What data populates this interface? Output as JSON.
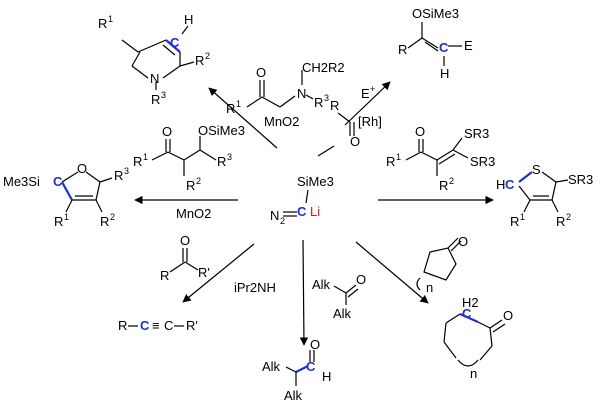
{
  "center": {
    "tms": "SiMe3",
    "n2": "N",
    "n2_sub": "2",
    "c": "C",
    "li": "Li"
  },
  "labels": {
    "r1": "R",
    "r1_sup": "1",
    "r2": "R",
    "r2_sup": "2",
    "r3": "R",
    "r3_sup": "3",
    "r": "R",
    "rp": "R'",
    "n": "N",
    "o": "O",
    "s": "S",
    "h": "H",
    "c_blue": "C",
    "e": "E",
    "e_plus": "E",
    "plus": "+",
    "rh": "[Rh]",
    "osime3": "OSiMe3",
    "ch2r2": "CH2R2",
    "sr3": "SR3",
    "me3si": "Me3Si",
    "alk": "Alk",
    "h2": "H2",
    "ring_n": "n"
  },
  "reagents": {
    "mno2_top": "MnO2",
    "mno2_left": "MnO2",
    "ipr2nh": "iPr2NH"
  },
  "alkyne": {
    "r": "R",
    "c1": "C",
    "triple": "≡",
    "c2": "C",
    "rp": "R'"
  }
}
